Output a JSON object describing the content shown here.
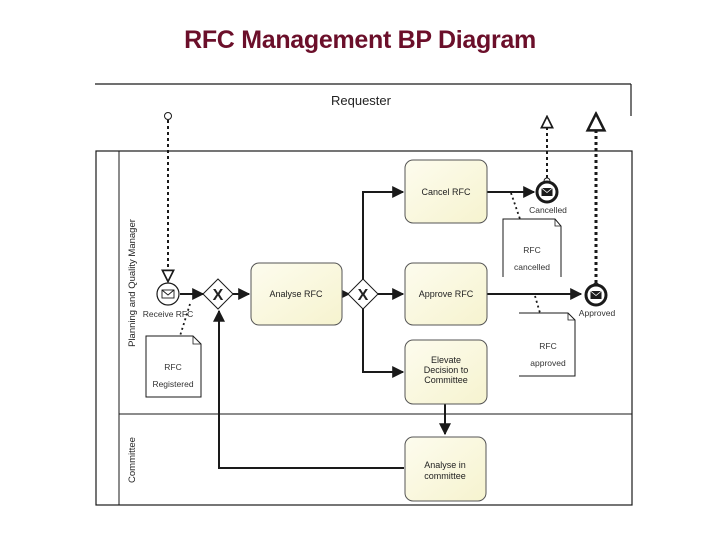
{
  "title": "RFC Management BP Diagram",
  "colors": {
    "title": "#6b0f2a",
    "task_fill": "#fbf9dc",
    "line": "#1a1a1a"
  },
  "pools": {
    "requester": {
      "label": "Requester"
    },
    "main": {
      "lanes": [
        {
          "label": "Planning and Quality Manager"
        },
        {
          "label": "Committee"
        }
      ]
    }
  },
  "events": {
    "start": {
      "label": "Receive RFC",
      "icon": "envelope-icon",
      "type": "message-start"
    },
    "cancelled": {
      "label": "Cancelled",
      "icon": "envelope-filled-icon",
      "type": "message-end"
    },
    "approved": {
      "label": "Approved",
      "icon": "envelope-filled-icon",
      "type": "message-end"
    }
  },
  "gateways": [
    {
      "id": "merge",
      "type": "exclusive",
      "symbol": "X"
    },
    {
      "id": "decision",
      "type": "exclusive",
      "symbol": "X"
    }
  ],
  "tasks": {
    "analyse_rfc": {
      "lines": [
        "Analyse RFC"
      ]
    },
    "cancel_rfc": {
      "lines": [
        "Cancel RFC"
      ]
    },
    "approve_rfc": {
      "lines": [
        "Approve RFC"
      ]
    },
    "elevate": {
      "lines": [
        "Elevate",
        "Decision to",
        "Committee"
      ]
    },
    "analyse_committee": {
      "lines": [
        "Analyse in",
        "committee"
      ]
    }
  },
  "data_objects": {
    "registered": {
      "lines": [
        "RFC",
        "Registered"
      ]
    },
    "cancelled": {
      "lines": [
        "RFC",
        "cancelled"
      ]
    },
    "approved": {
      "lines": [
        "RFC",
        "approved"
      ]
    }
  }
}
